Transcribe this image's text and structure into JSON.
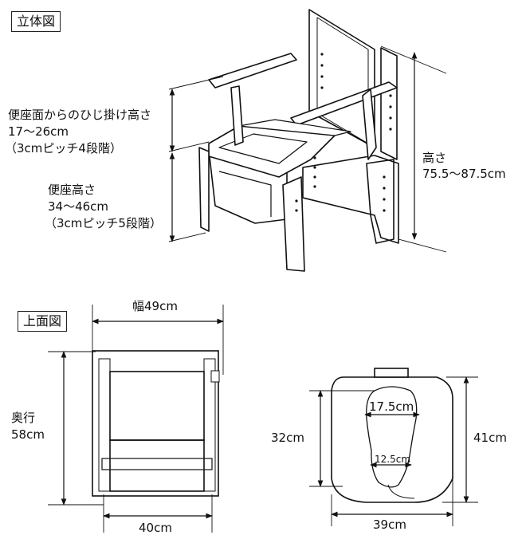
{
  "sections": {
    "iso_title": "立体図",
    "top_title": "上面図"
  },
  "iso": {
    "armrest_label": "便座面からのひじ掛け高さ",
    "armrest_range": "17〜26cm",
    "armrest_steps": "（3cmピッチ4段階）",
    "seat_label": "便座高さ",
    "seat_range": "34〜46cm",
    "seat_steps": "（3cmピッチ5段階）",
    "height_label": "高さ",
    "height_range": "75.5〜87.5cm"
  },
  "top": {
    "width_label": "幅49cm",
    "depth_label": "奥行",
    "depth_value": "58cm",
    "bottom_width": "40cm"
  },
  "bucket": {
    "inner_depth": "32cm",
    "outer_depth": "41cm",
    "outer_width": "39cm",
    "hole_top_width": "17.5cm",
    "hole_bottom_width": "12.5cm"
  }
}
